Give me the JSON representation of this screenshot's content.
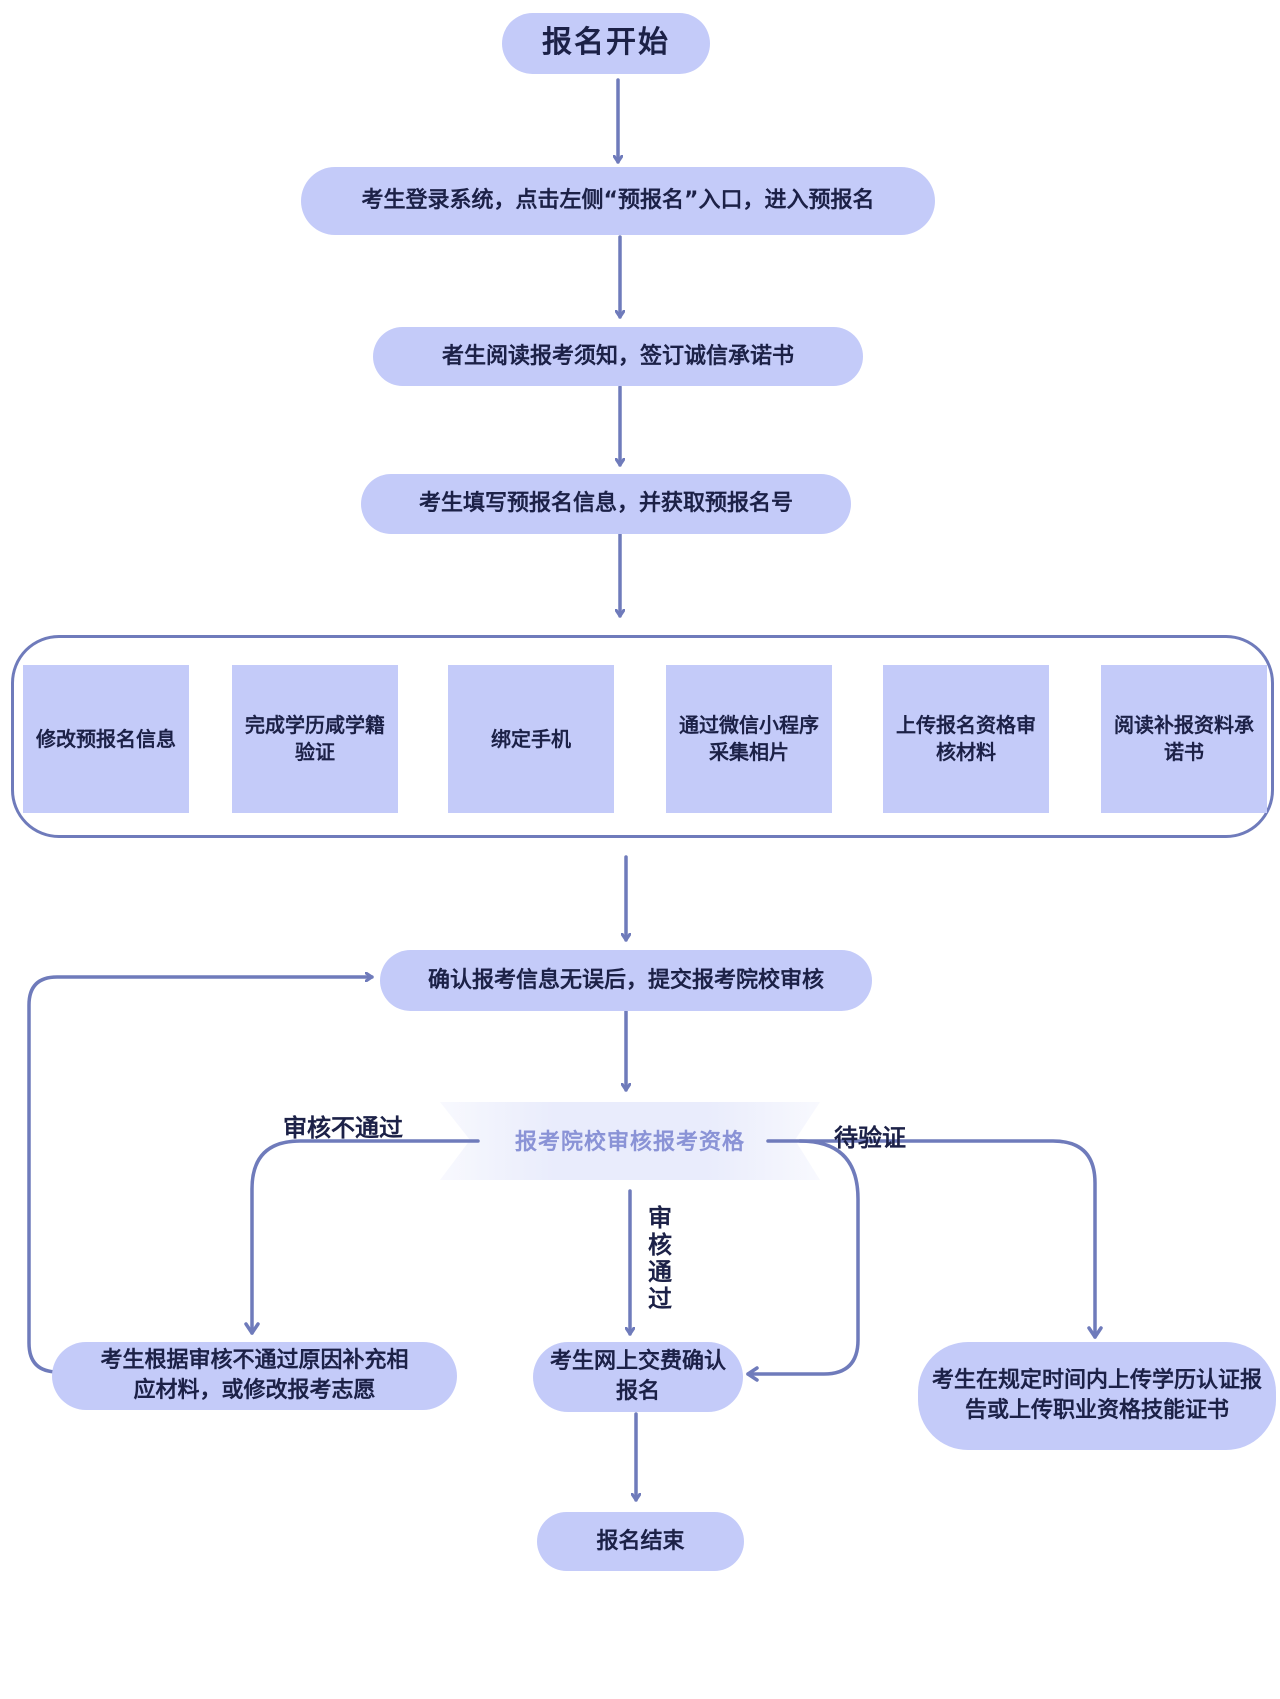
{
  "nodes": {
    "start": "报名开始",
    "login": "考生登录系统，点击左侧“预报名”入口，进入预报名",
    "read_notice": "者生阅读报考须知，签订诚信承诺书",
    "fill_info": "考生填写预报名信息，并获取预报名号",
    "confirm_submit": "确认报考信息无误后，提交报考院校审核",
    "review": "报考院校审核报考资格",
    "supplement": "考生根据审核不通过原因补充相应材料，或修改报考志愿",
    "pay": "考生网上交费确认报名",
    "upload_cert": "考生在规定时间内上传学历认证报告或上传职业资格技能证书",
    "end": "报名结束"
  },
  "parallel_steps": [
    "修改预报名信息",
    "完成学历咸学籍验证",
    "绑定手机",
    "通过微信小程序采集相片",
    "上传报名资格审核材料",
    "阅读补报资料承诺书"
  ],
  "labels": {
    "not_passed": "审核不通过",
    "pending": "待验证",
    "passed": "审核通过"
  },
  "colors": {
    "node_fill": "#c4cbf9",
    "connector": "#6f7bbb",
    "text": "#1c2147",
    "review_text": "#8a93d6"
  }
}
